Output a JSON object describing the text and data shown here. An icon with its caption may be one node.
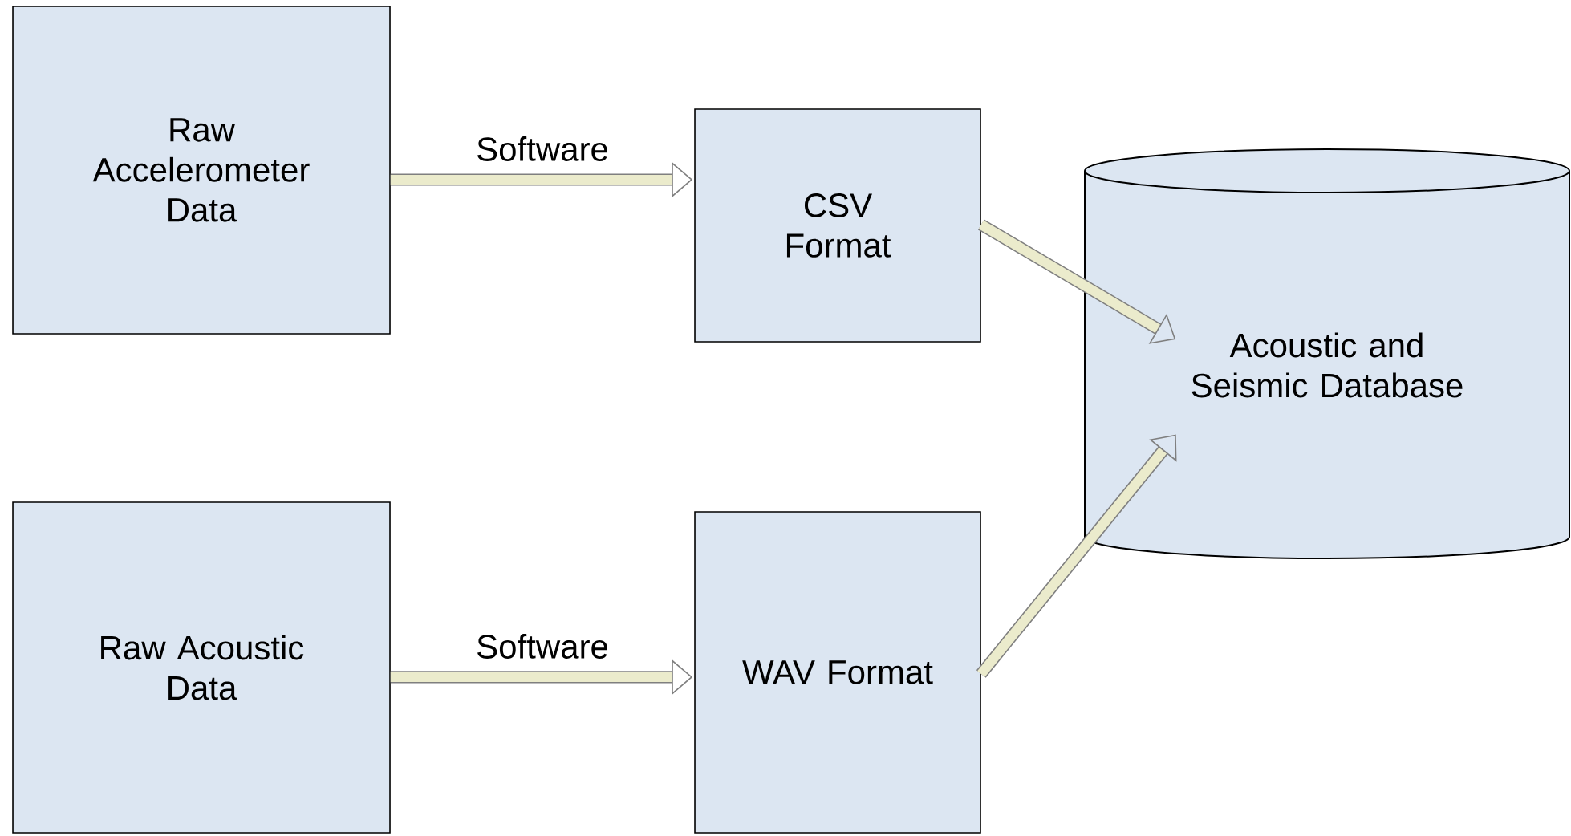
{
  "diagram": {
    "nodes": [
      {
        "text": [
          "Raw Accelerometer Data"
        ]
      },
      {
        "text": [
          "CSV Format"
        ]
      },
      {
        "text": [
          "Raw Acoustic Data"
        ]
      },
      {
        "text": [
          "WAV Format"
        ]
      },
      {
        "text": [
          "Acoustic and Seismic Database"
        ]
      }
    ],
    "edges": [
      {
        "from": 0,
        "to": 1,
        "arrow": "to",
        "label": "Software"
      },
      {
        "from": 2,
        "to": 3,
        "arrow": "to",
        "label": "Software"
      },
      {
        "from": 1,
        "to": 4,
        "arrow": "to"
      },
      {
        "from": 3,
        "to": 4,
        "arrow": "to"
      }
    ]
  }
}
